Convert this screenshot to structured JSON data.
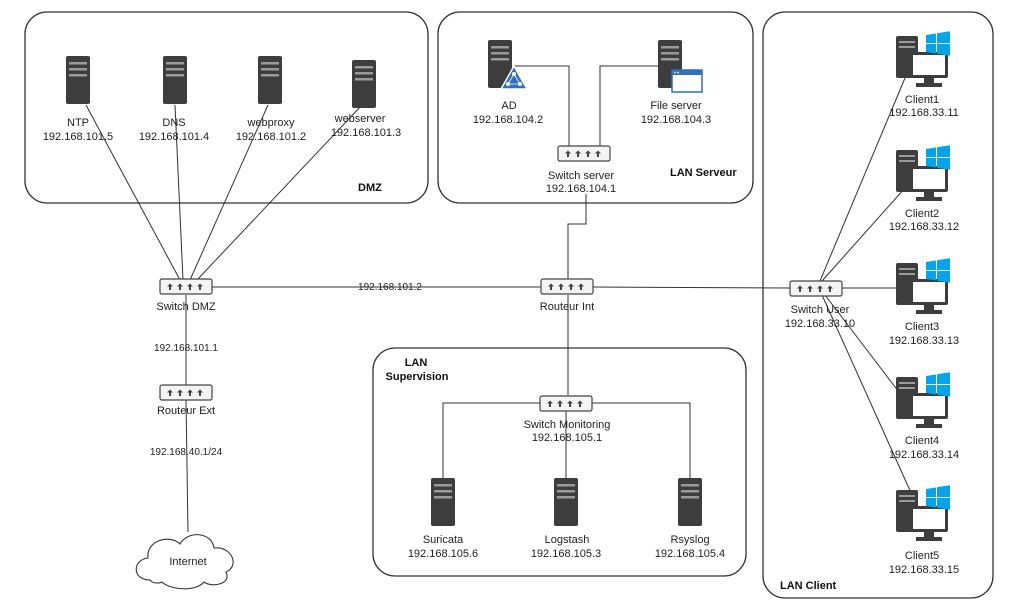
{
  "zones": {
    "dmz": "DMZ",
    "lan_serveur": "LAN Serveur",
    "lan_supervision_line1": "LAN",
    "lan_supervision_line2": "Supervision",
    "lan_client": "LAN Client"
  },
  "nodes": {
    "ntp": {
      "name": "NTP",
      "ip": "192.168.101.5"
    },
    "dns": {
      "name": "DNS",
      "ip": "192.168.101.4"
    },
    "webproxy": {
      "name": "webproxy",
      "ip": "192.168.101.2"
    },
    "webserver": {
      "name": "webserver",
      "ip": "192.168.101.3"
    },
    "ad": {
      "name": "AD",
      "ip": "192.168.104.2"
    },
    "fileserver": {
      "name": "File server",
      "ip": "192.168.104.3"
    },
    "switch_server": {
      "name": "Switch server",
      "ip": "192.168.104.1"
    },
    "switch_dmz": {
      "name": "Switch DMZ"
    },
    "routeur_int": {
      "name": "Routeur Int"
    },
    "routeur_ext": {
      "name": "Routeur Ext"
    },
    "switch_user": {
      "name": "Switch User",
      "ip": "192.168.33.10"
    },
    "switch_monitoring": {
      "name": "Switch Monitoring",
      "ip": "192.168.105.1"
    },
    "suricata": {
      "name": "Suricata",
      "ip": "192.168.105.6"
    },
    "logstash": {
      "name": "Logstash",
      "ip": "192.168.105.3"
    },
    "rsyslog": {
      "name": "Rsyslog",
      "ip": "192.168.105.4"
    },
    "internet": {
      "name": "Internet"
    },
    "client1": {
      "name": "Client1",
      "ip": "192.168.33.11"
    },
    "client2": {
      "name": "Client2",
      "ip": "192.168.33.12"
    },
    "client3": {
      "name": "Client3",
      "ip": "192.168.33.13"
    },
    "client4": {
      "name": "Client4",
      "ip": "192.168.33.14"
    },
    "client5": {
      "name": "Client5",
      "ip": "192.168.33.15"
    }
  },
  "links": {
    "dmz_int": "192.168.101.2",
    "dmz_ext": "192.168.101.1",
    "ext_internet": "192.168.40.1/24"
  },
  "colors": {
    "server": "#3d3d3d",
    "windows": "#00a4ef",
    "ad_badge": "#2f6fc7",
    "border": "#333333"
  }
}
